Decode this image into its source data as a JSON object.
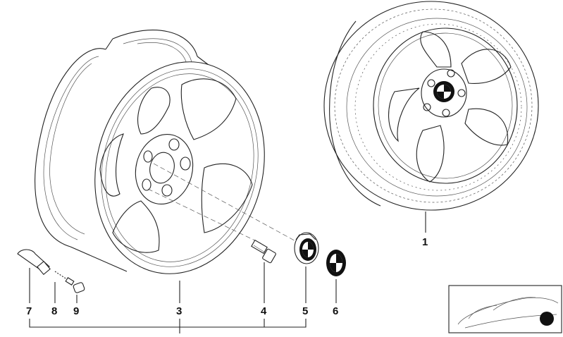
{
  "diagram": {
    "callouts": [
      {
        "id": "1",
        "label": "1",
        "part": "complete-wheel"
      },
      {
        "id": "3",
        "label": "3",
        "part": "light-alloy-rim"
      },
      {
        "id": "4",
        "label": "4",
        "part": "wheel-bolt"
      },
      {
        "id": "5",
        "label": "5",
        "part": "hub-cap"
      },
      {
        "id": "6",
        "label": "6",
        "part": "emblem"
      },
      {
        "id": "7",
        "label": "7",
        "part": "valve-stem"
      },
      {
        "id": "8",
        "label": "8",
        "part": "valve-insert"
      },
      {
        "id": "9",
        "label": "9",
        "part": "valve-cap"
      }
    ],
    "colors": {
      "line": "#222222",
      "emblem_dark": "#111111",
      "emblem_light": "#ffffff",
      "background": "#ffffff"
    }
  }
}
